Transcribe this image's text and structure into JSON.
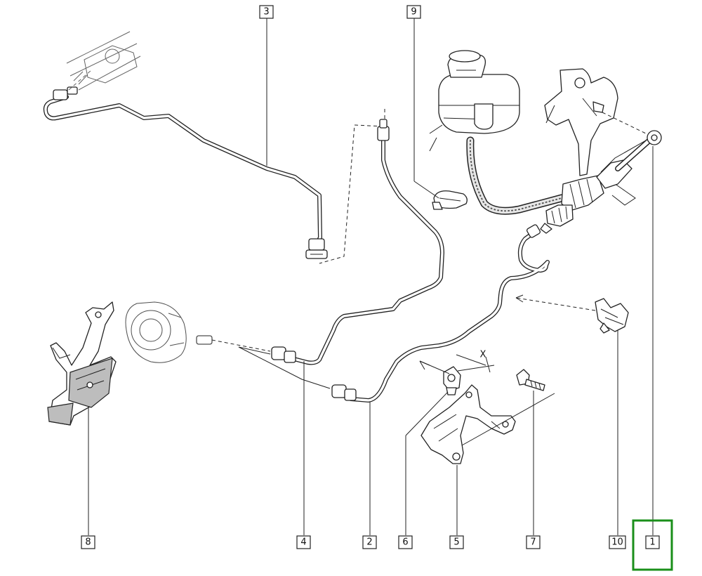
{
  "diagram": {
    "callouts": [
      {
        "id": "c3",
        "label": "3"
      },
      {
        "id": "c9",
        "label": "9"
      },
      {
        "id": "c8",
        "label": "8"
      },
      {
        "id": "c4",
        "label": "4"
      },
      {
        "id": "c2",
        "label": "2"
      },
      {
        "id": "c6",
        "label": "6"
      },
      {
        "id": "c5",
        "label": "5"
      },
      {
        "id": "c7",
        "label": "7"
      },
      {
        "id": "c10",
        "label": "10"
      },
      {
        "id": "c1",
        "label": "1"
      }
    ],
    "dimension_label": "X",
    "selected_callout": "1",
    "highlight_color": "#1a8f1a"
  }
}
